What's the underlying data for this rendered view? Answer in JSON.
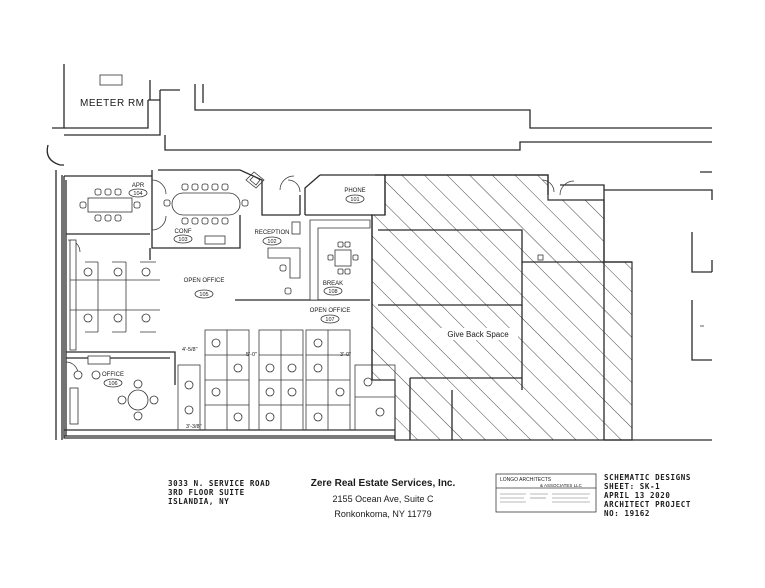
{
  "rooms": {
    "meeter_rm": "MEETER RM",
    "apr": {
      "name": "APR",
      "number": "104"
    },
    "conf": {
      "name": "CONF",
      "number": "103"
    },
    "reception": {
      "name": "RECEPTION",
      "number": "102"
    },
    "phone": {
      "name": "PHONE",
      "number": "101"
    },
    "break": {
      "name": "BREAK",
      "number": "108"
    },
    "open_office_105": {
      "name": "OPEN OFFICE",
      "number": "105"
    },
    "open_office_107": {
      "name": "OPEN OFFICE",
      "number": "107"
    },
    "office_106": {
      "name": "OFFICE",
      "number": "106"
    },
    "give_back": "Give Back Space"
  },
  "dimensions": {
    "d1": "4'-5/8\"",
    "d2": "5'-0\"",
    "d3": "3'-0\"",
    "d4": "3'-3/8\""
  },
  "title_block": {
    "address": {
      "line1": "3033 N. SERVICE ROAD",
      "line2": "3RD FLOOR SUITE",
      "line3": "ISLANDIA, NY"
    },
    "client": {
      "name": "Zere Real Estate Services, Inc.",
      "street": "2155 Ocean Ave, Suite C",
      "city": "Ronkonkoma, NY 11779"
    },
    "architect": {
      "name": "LONGO ARCHITECTS",
      "name2": "& ASSOCIATES LLC"
    },
    "sheet": {
      "line1": "SCHEMATIC DESIGNS",
      "line2": "SHEET: SK-1",
      "line3": "APRIL 13 2020",
      "line4": "ARCHITECT PROJECT",
      "line5": "NO: 19162"
    }
  }
}
